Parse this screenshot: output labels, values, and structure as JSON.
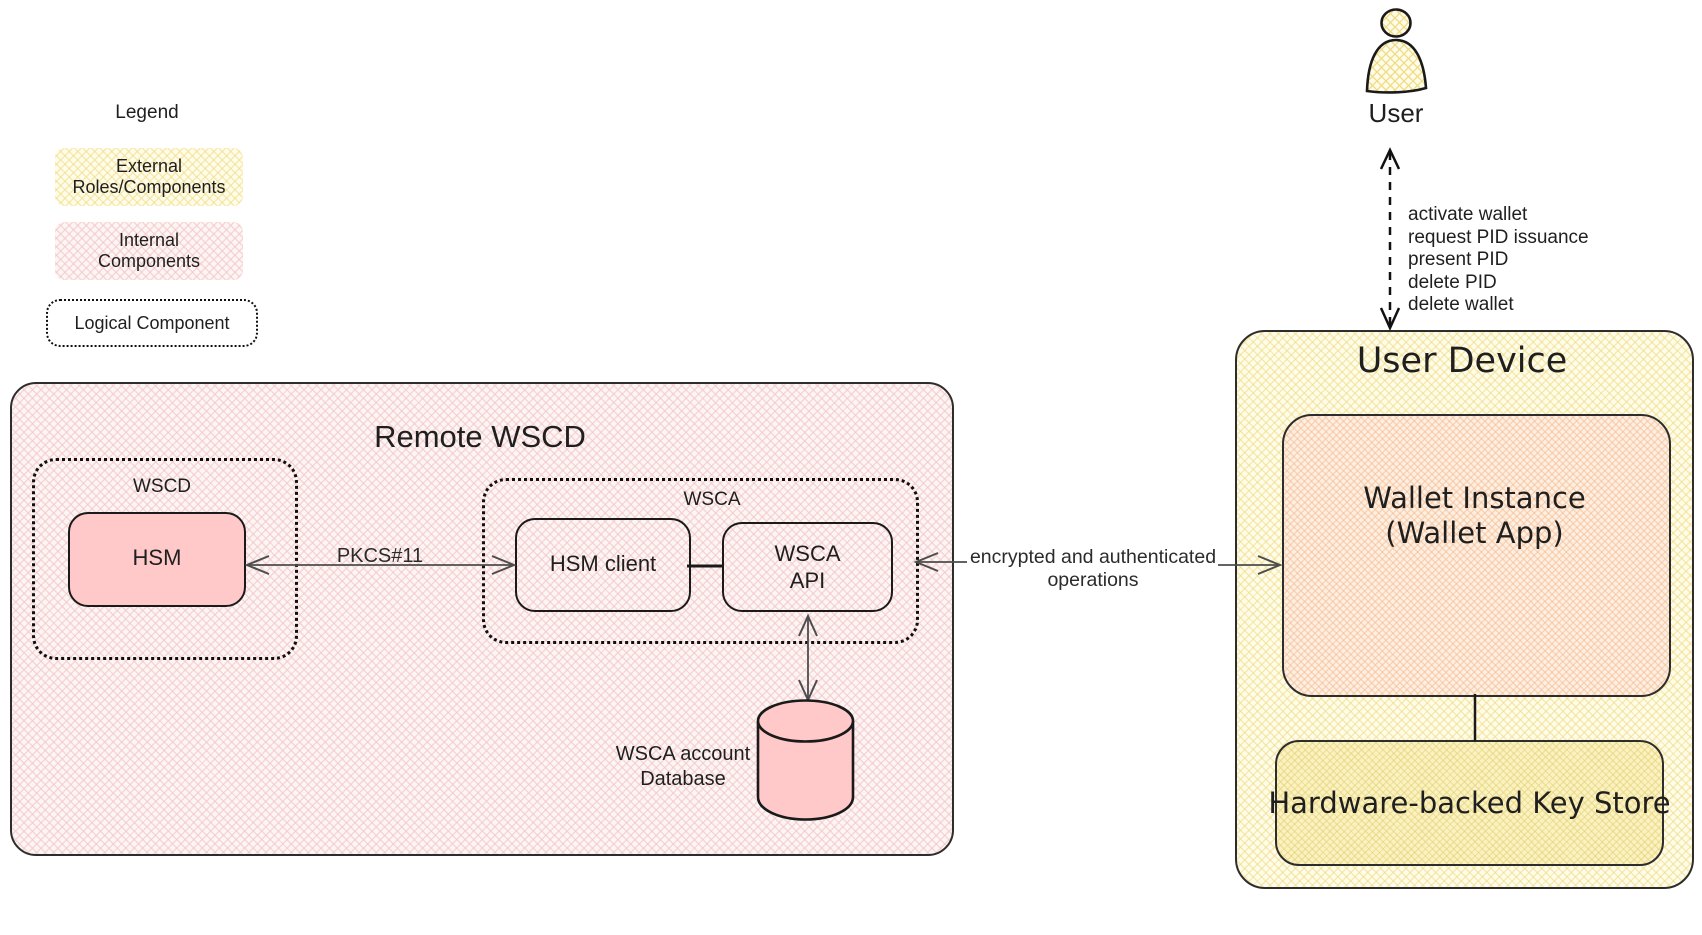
{
  "legend": {
    "title": "Legend",
    "external": {
      "line1": "External",
      "line2": "Roles/Components"
    },
    "internal": {
      "line1": "Internal",
      "line2": "Components"
    },
    "logical": {
      "label": "Logical Component"
    }
  },
  "actor": {
    "label": "User"
  },
  "user_link": {
    "labels": [
      "activate wallet",
      "request PID issuance",
      "present PID",
      "delete PID",
      "delete wallet"
    ]
  },
  "remote": {
    "title": "Remote WSCD",
    "wscd": {
      "label": "WSCD",
      "hsm": "HSM"
    },
    "pkcs": "PKCS#11",
    "wsca": {
      "label": "WSCA",
      "hsm_client": "HSM client",
      "api_line1": "WSCA",
      "api_line2": "API"
    },
    "db": {
      "line1": "WSCA account",
      "line2": "Database"
    }
  },
  "link": {
    "line1": "encrypted and authenticated",
    "line2": "operations"
  },
  "device": {
    "title": "User Device",
    "wallet": {
      "line1": "Wallet Instance",
      "line2": "(Wallet App)"
    },
    "keystore": "Hardware-backed Key Store"
  },
  "colors": {
    "external_fill": "#FFFCEA",
    "external_hatch": "#EEDB82",
    "internal_fill": "#FDF4F4",
    "internal_hatch": "#F2C4C4",
    "internal_component_fill": "#FFC9C9",
    "wallet_fill": "#FDF0E3",
    "wallet_hatch": "#F6B98C",
    "keystore_fill": "#FBF2C2",
    "border": "#1A1A1A",
    "arrow_gray": "#4D4D4D",
    "arrow_black": "#111111",
    "text": "#1F1F1F"
  }
}
